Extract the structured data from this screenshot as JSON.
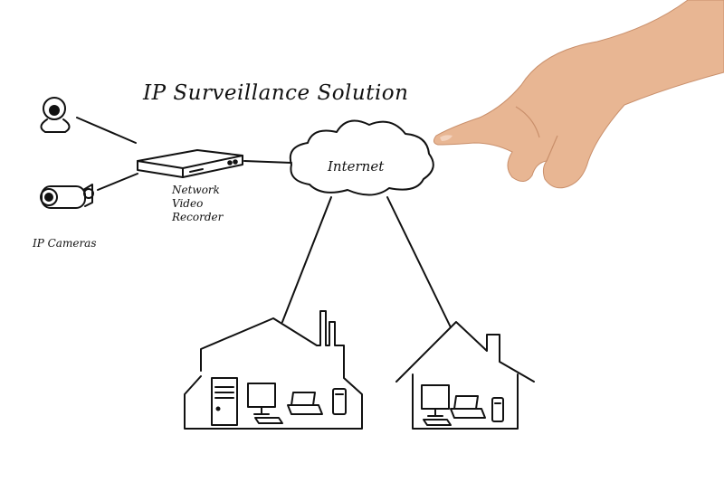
{
  "diagram": {
    "title": "IP Surveillance Solution",
    "nodes": {
      "cloud": "Internet",
      "recorder": [
        "Network",
        "Video",
        "Recorder"
      ],
      "cameras": "IP Cameras",
      "office": "office building",
      "home": "house"
    }
  },
  "colors": {
    "ink": "#111111",
    "background": "#ffffff",
    "skin": "#e8b693"
  }
}
